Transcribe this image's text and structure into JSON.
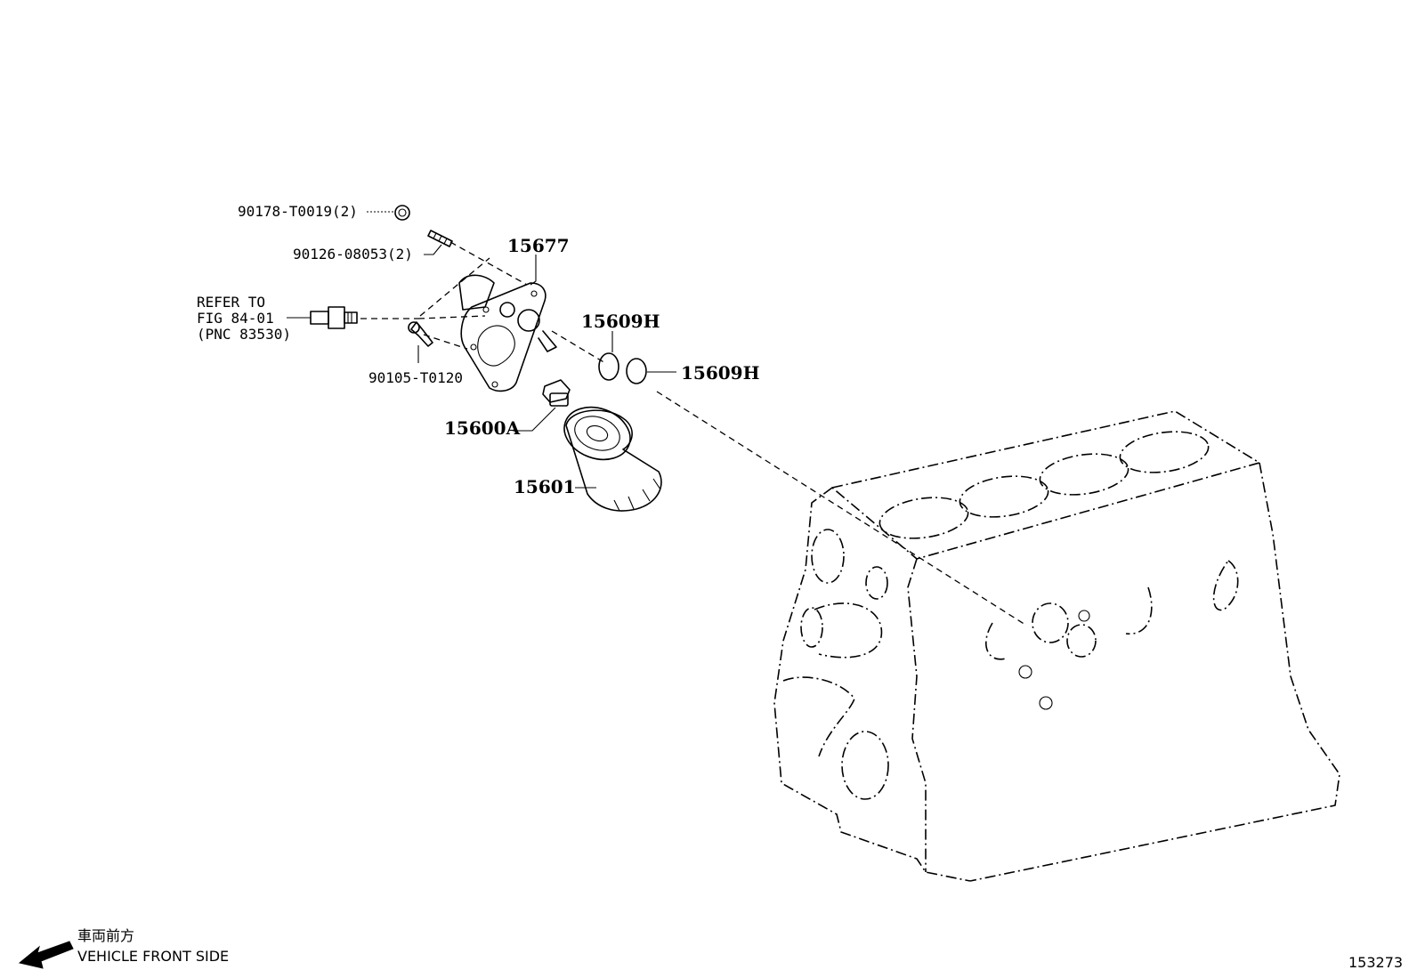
{
  "parts": {
    "nut": "90178-T0019(2)",
    "stud": "90126-08053(2)",
    "bracket": "15677",
    "refer_line1": "REFER TO",
    "refer_line2": "FIG 84-01",
    "refer_line3": "(PNC 83530)",
    "union_bolt": "90105-T0120",
    "oring_upper": "15609H",
    "oring_lower": "15609H",
    "plug": "15600A",
    "filter": "15601"
  },
  "legend": {
    "jp": "車両前方",
    "en": "VEHICLE FRONT SIDE"
  },
  "figure_id": "153273"
}
